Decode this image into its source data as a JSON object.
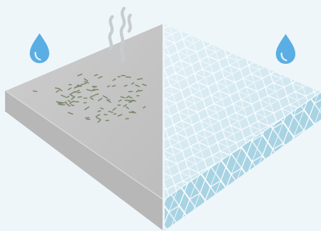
{
  "scene": {
    "kind": "material-comparison-illustration",
    "left_panel": {
      "material": "plain-gray-slab",
      "features": [
        "water-drop-icon",
        "odor-steam-icon",
        "mold-specks"
      ],
      "colors": {
        "top": "#c6c6c6",
        "front": "#b3b3b3",
        "left": "#d2d2d2",
        "specks": "#7b8a6b",
        "drop": "#5aaee3",
        "steam": "#c9cdd0"
      }
    },
    "right_panel": {
      "material": "patterned-blue-slab",
      "features": [
        "water-drop-icon",
        "cube-pattern"
      ],
      "colors": {
        "top": "#cfe6ef",
        "front": "#a9d4e3",
        "pattern": "#ffffff",
        "drop": "#5aaee3"
      }
    },
    "background_color": "#eef6fa"
  }
}
